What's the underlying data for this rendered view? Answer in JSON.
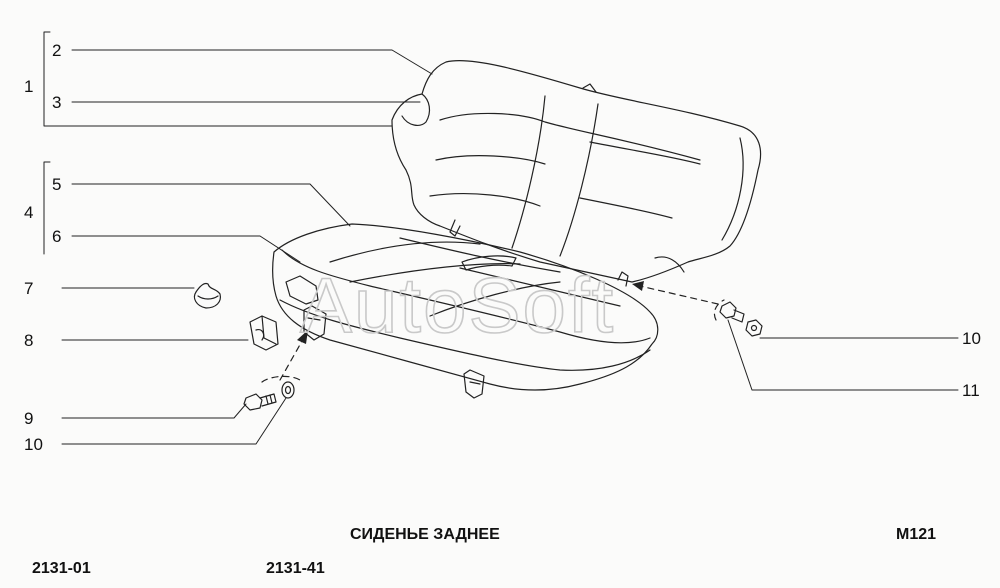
{
  "diagram": {
    "title": "СИДЕНЬЕ ЗАДНЕЕ",
    "code": "M121",
    "models": [
      "2131-01",
      "2131-41"
    ],
    "watermark": "AutoSoft",
    "callouts": {
      "group1": "1",
      "back_cover": "2",
      "back_frame": "3",
      "group4": "4",
      "cushion_cover": "5",
      "cushion_frame": "6",
      "buffer": "7",
      "bracket": "8",
      "bolt_left": "9",
      "washer_left": "10",
      "washer_right": "10",
      "bolt_right": "11"
    }
  }
}
